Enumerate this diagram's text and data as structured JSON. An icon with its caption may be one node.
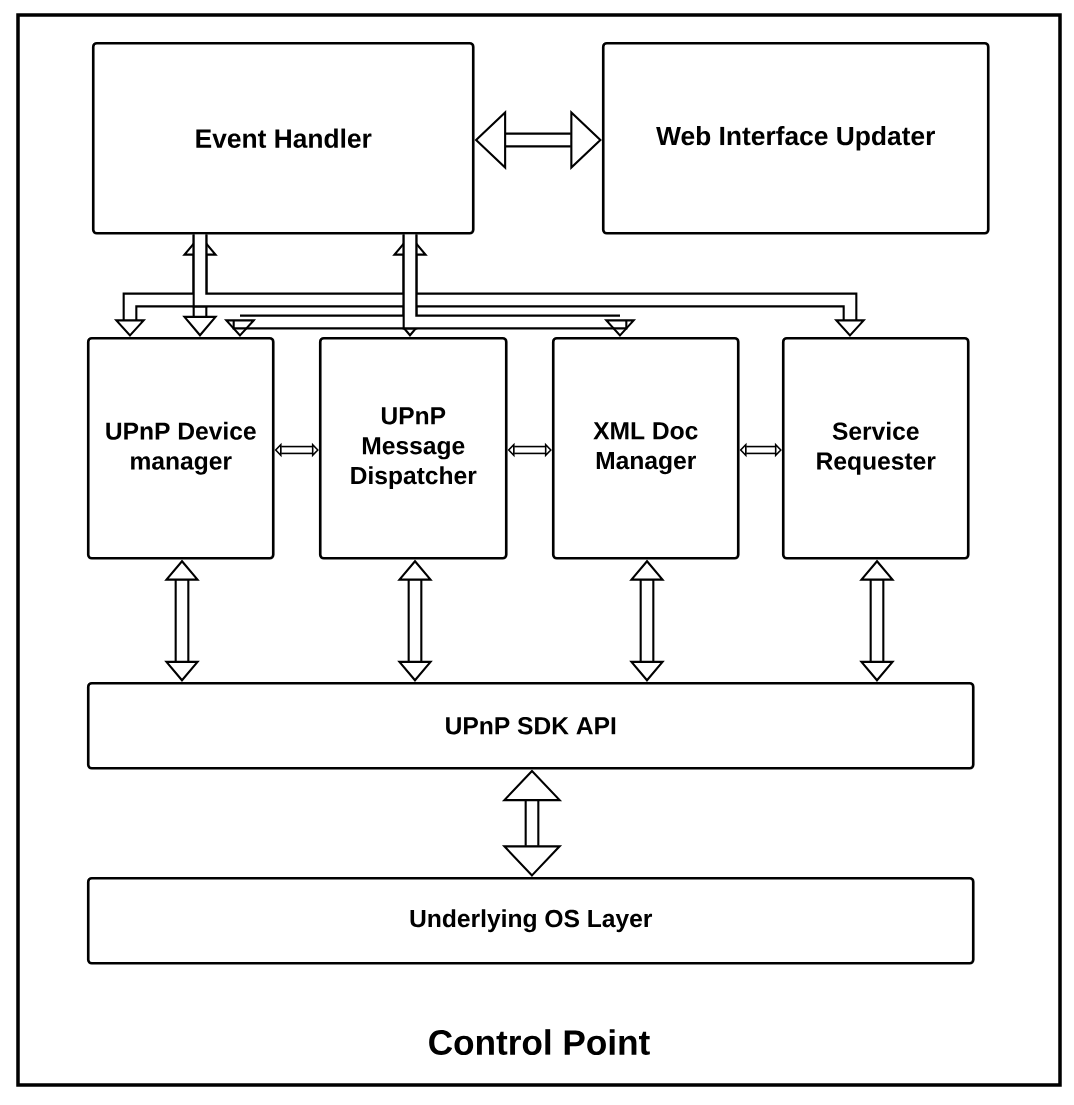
{
  "diagram": {
    "nodes": [
      {
        "text": [
          "Control Point"
        ]
      },
      {
        "text": [
          "Event Handler"
        ],
        "in": 0
      },
      {
        "text": [
          "Web Interface Updater"
        ],
        "in": 0
      },
      {
        "text": [
          "UPnP Device manager"
        ],
        "in": 0
      },
      {
        "text": [
          "UPnP Message Dispatcher"
        ],
        "in": 0
      },
      {
        "text": [
          "XML Doc Manager"
        ],
        "in": 0
      },
      {
        "text": [
          "Service Requester"
        ],
        "in": 0
      },
      {
        "text": [
          "UPnP SDK API"
        ],
        "in": 0
      },
      {
        "text": [
          "Underlying OS Layer"
        ],
        "in": 0
      }
    ],
    "edges": [
      {
        "from": 1,
        "to": 2,
        "arrow": "both"
      },
      {
        "from": 1,
        "to": 3,
        "arrow": "both"
      },
      {
        "from": 1,
        "to": 4,
        "arrow": "both"
      },
      {
        "from": 1,
        "to": 3,
        "arrow": "to"
      },
      {
        "from": 1,
        "to": 6,
        "arrow": "to"
      },
      {
        "from": 1,
        "to": 3,
        "arrow": "to"
      },
      {
        "from": 1,
        "to": 5,
        "arrow": "to"
      },
      {
        "from": 3,
        "to": 4,
        "arrow": "both"
      },
      {
        "from": 4,
        "to": 5,
        "arrow": "both"
      },
      {
        "from": 5,
        "to": 6,
        "arrow": "both"
      },
      {
        "from": 3,
        "to": 7,
        "arrow": "both"
      },
      {
        "from": 4,
        "to": 7,
        "arrow": "both"
      },
      {
        "from": 5,
        "to": 7,
        "arrow": "both"
      },
      {
        "from": 6,
        "to": 7,
        "arrow": "both"
      },
      {
        "from": 7,
        "to": 8,
        "arrow": "both"
      }
    ]
  }
}
